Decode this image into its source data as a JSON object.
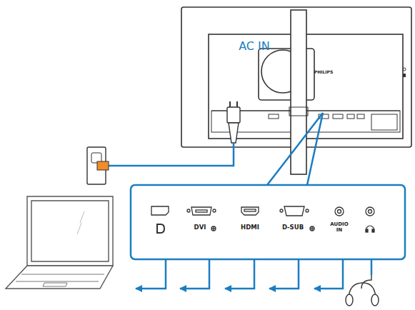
{
  "diagram": {
    "labels": [
      "AC IN",
      "PHILIPS",
      "DVI",
      "HDMI",
      "D-SUB",
      "AUDIO IN"
    ]
  }
}
